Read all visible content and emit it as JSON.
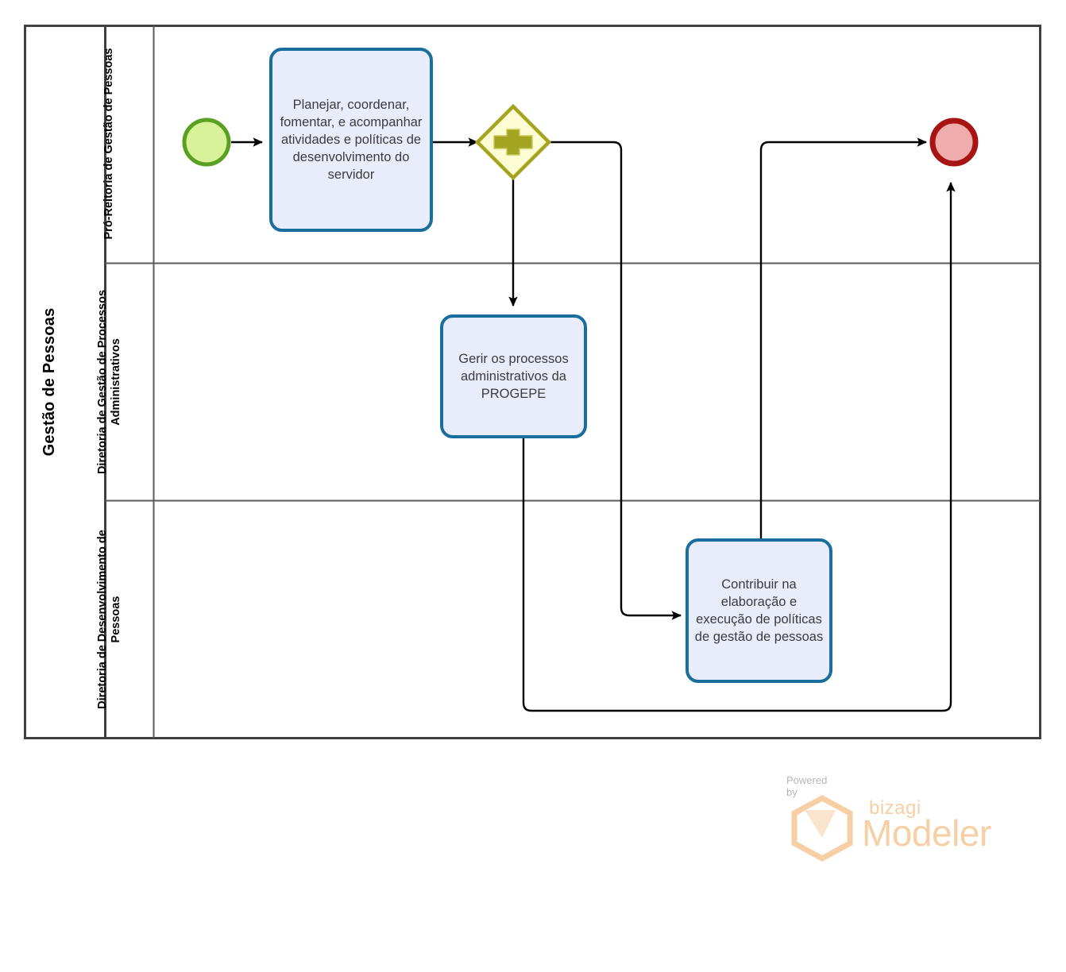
{
  "diagram": {
    "type": "bpmn-process-diagram",
    "pool": {
      "name": "Gestão de Pessoas"
    },
    "lanes": [
      {
        "id": "lane-1",
        "name": "Pró-Reitoria de Gestão de Pessoas"
      },
      {
        "id": "lane-2",
        "name": "Diretoria de Gestão de Processos Administrativos"
      },
      {
        "id": "lane-3",
        "name": "Diretoria de Desenvolvimento de Pessoas"
      }
    ],
    "events": [
      {
        "id": "start-event",
        "kind": "start",
        "lane": "lane-1",
        "label": ""
      },
      {
        "id": "end-event",
        "kind": "end",
        "lane": "lane-1",
        "label": ""
      }
    ],
    "gateways": [
      {
        "id": "parallel-gateway",
        "kind": "parallel",
        "symbol": "+",
        "lane": "lane-1",
        "label": ""
      }
    ],
    "tasks": [
      {
        "id": "task-planejar",
        "lane": "lane-1",
        "label": "Planejar, coordenar, fomentar, e acompanhar atividades e políticas de desenvolvimento do servidor"
      },
      {
        "id": "task-gerir",
        "lane": "lane-2",
        "label": "Gerir os processos administrativos da PROGEPE"
      },
      {
        "id": "task-contribuir",
        "lane": "lane-3",
        "label": "Contribuir na elaboração e execução de políticas de gestão de pessoas"
      }
    ],
    "flows": [
      {
        "id": "flow-start-planejar",
        "from": "start-event",
        "to": "task-planejar",
        "label": ""
      },
      {
        "id": "flow-planejar-gateway",
        "from": "task-planejar",
        "to": "parallel-gateway",
        "label": ""
      },
      {
        "id": "flow-gateway-gerir",
        "from": "parallel-gateway",
        "to": "task-gerir",
        "label": ""
      },
      {
        "id": "flow-gateway-contribuir",
        "from": "parallel-gateway",
        "to": "task-contribuir",
        "label": ""
      },
      {
        "id": "flow-contribuir-end",
        "from": "task-contribuir",
        "to": "end-event",
        "label": ""
      },
      {
        "id": "flow-gerir-end",
        "from": "task-gerir",
        "to": "end-event",
        "label": ""
      }
    ]
  },
  "watermark": {
    "powered_by": "Powered by",
    "brand": "bizagi",
    "product": "Modeler"
  },
  "colors": {
    "pool_border": "#404040",
    "lane_border": "#5a5a5a",
    "task_border": "#1a6e9e",
    "task_fill": "#e9ecfb",
    "start_border": "#5aa022",
    "start_fill": "#d7f299",
    "end_border": "#a81414",
    "end_fill": "#eeacac",
    "gateway_border": "#a5a420",
    "gateway_fill": "#fdfcd2",
    "gateway_symbol": "#a5a420",
    "flow_line": "#000000",
    "task_text": "#3c3c3c",
    "watermark_orange": "#f6cfa4",
    "watermark_gray": "#b6b6b6"
  }
}
